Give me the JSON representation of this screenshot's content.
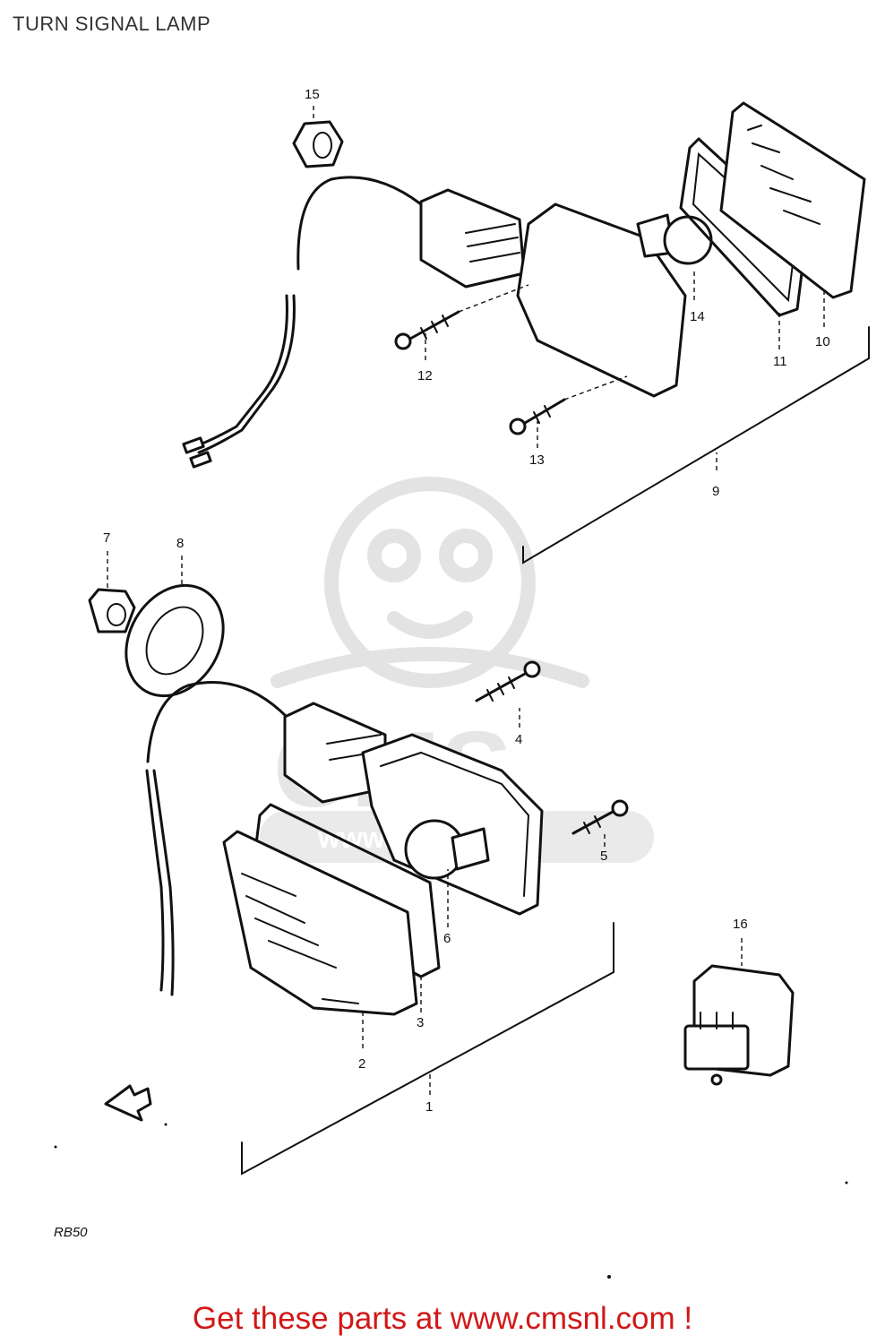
{
  "title": "TURN SIGNAL LAMP",
  "model_code": "RB50",
  "watermark": {
    "brand": "CMS",
    "url": "www.cmsnl.com"
  },
  "footer": {
    "text": "Get these parts at www.cmsnl.com !",
    "color": "#d01818"
  },
  "callouts": [
    "15",
    "14",
    "12",
    "11",
    "10",
    "13",
    "9",
    "7",
    "8",
    "4",
    "5",
    "6",
    "3",
    "2",
    "16",
    "1"
  ],
  "parts": [
    {
      "label": "15",
      "name": "grommet"
    },
    {
      "label": "14",
      "name": "bulb"
    },
    {
      "label": "12",
      "name": "screw"
    },
    {
      "label": "11",
      "name": "lens-gasket"
    },
    {
      "label": "10",
      "name": "lens"
    },
    {
      "label": "13",
      "name": "screw"
    },
    {
      "label": "9",
      "name": "rear-turn-signal-assembly"
    },
    {
      "label": "7",
      "name": "grommet"
    },
    {
      "label": "8",
      "name": "cushion"
    },
    {
      "label": "4",
      "name": "screw"
    },
    {
      "label": "5",
      "name": "screw"
    },
    {
      "label": "6",
      "name": "bulb"
    },
    {
      "label": "3",
      "name": "lens-gasket"
    },
    {
      "label": "2",
      "name": "lens"
    },
    {
      "label": "16",
      "name": "relay"
    },
    {
      "label": "1",
      "name": "front-turn-signal-assembly"
    }
  ]
}
